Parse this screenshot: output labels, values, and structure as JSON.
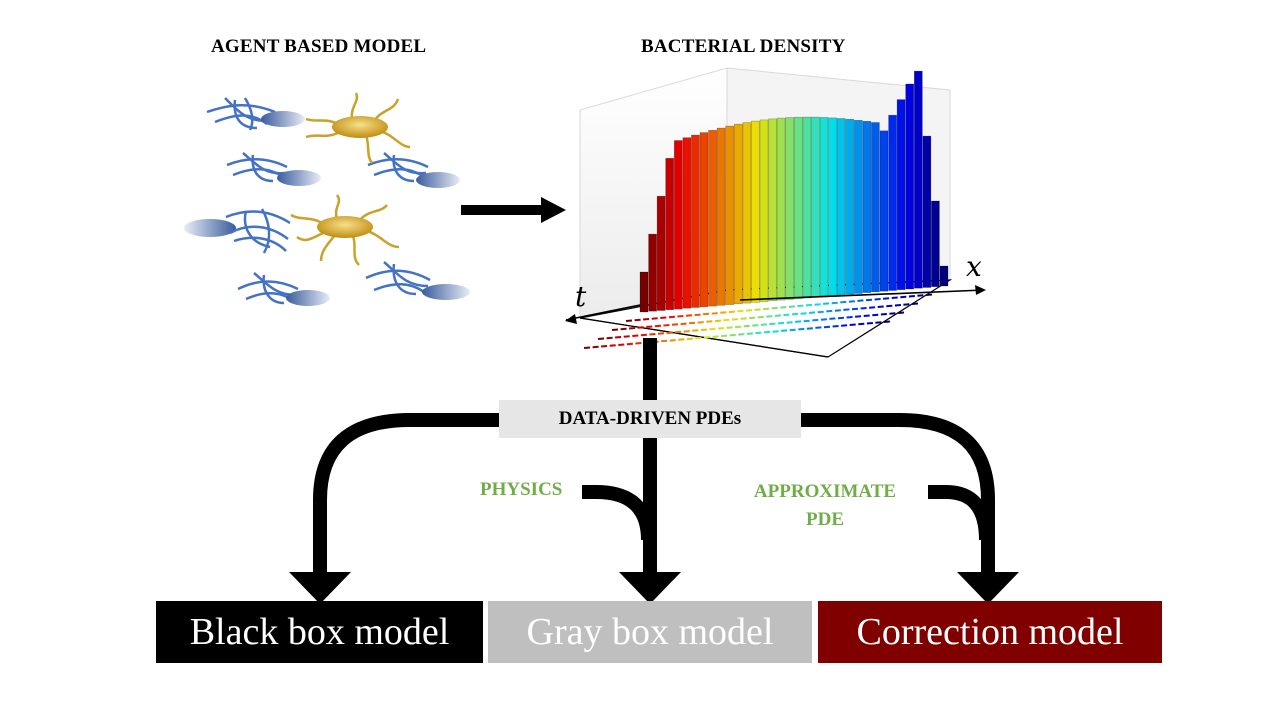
{
  "headings": {
    "agent_model": "AGENT BASED MODEL",
    "density": "BACTERIAL DENSITY"
  },
  "axes": {
    "x": "x",
    "t": "t"
  },
  "center_box": "DATA-DRIVEN PDEs",
  "side_labels": {
    "physics": "PHYSICS",
    "approximate_line1": "APPROXIMATE",
    "approximate_line2": "PDE"
  },
  "models": [
    {
      "label": "Black box model",
      "color": "#000000"
    },
    {
      "label": "Gray box model",
      "color": "#bfbfbf"
    },
    {
      "label": "Correction model",
      "color": "#800000"
    }
  ],
  "colors": {
    "bacteria_blue": "#4472c4",
    "bacteria_gold": "#c9a227",
    "arrow": "#000000",
    "green_label": "#70ad47",
    "data_box": "#e7e6e6"
  }
}
